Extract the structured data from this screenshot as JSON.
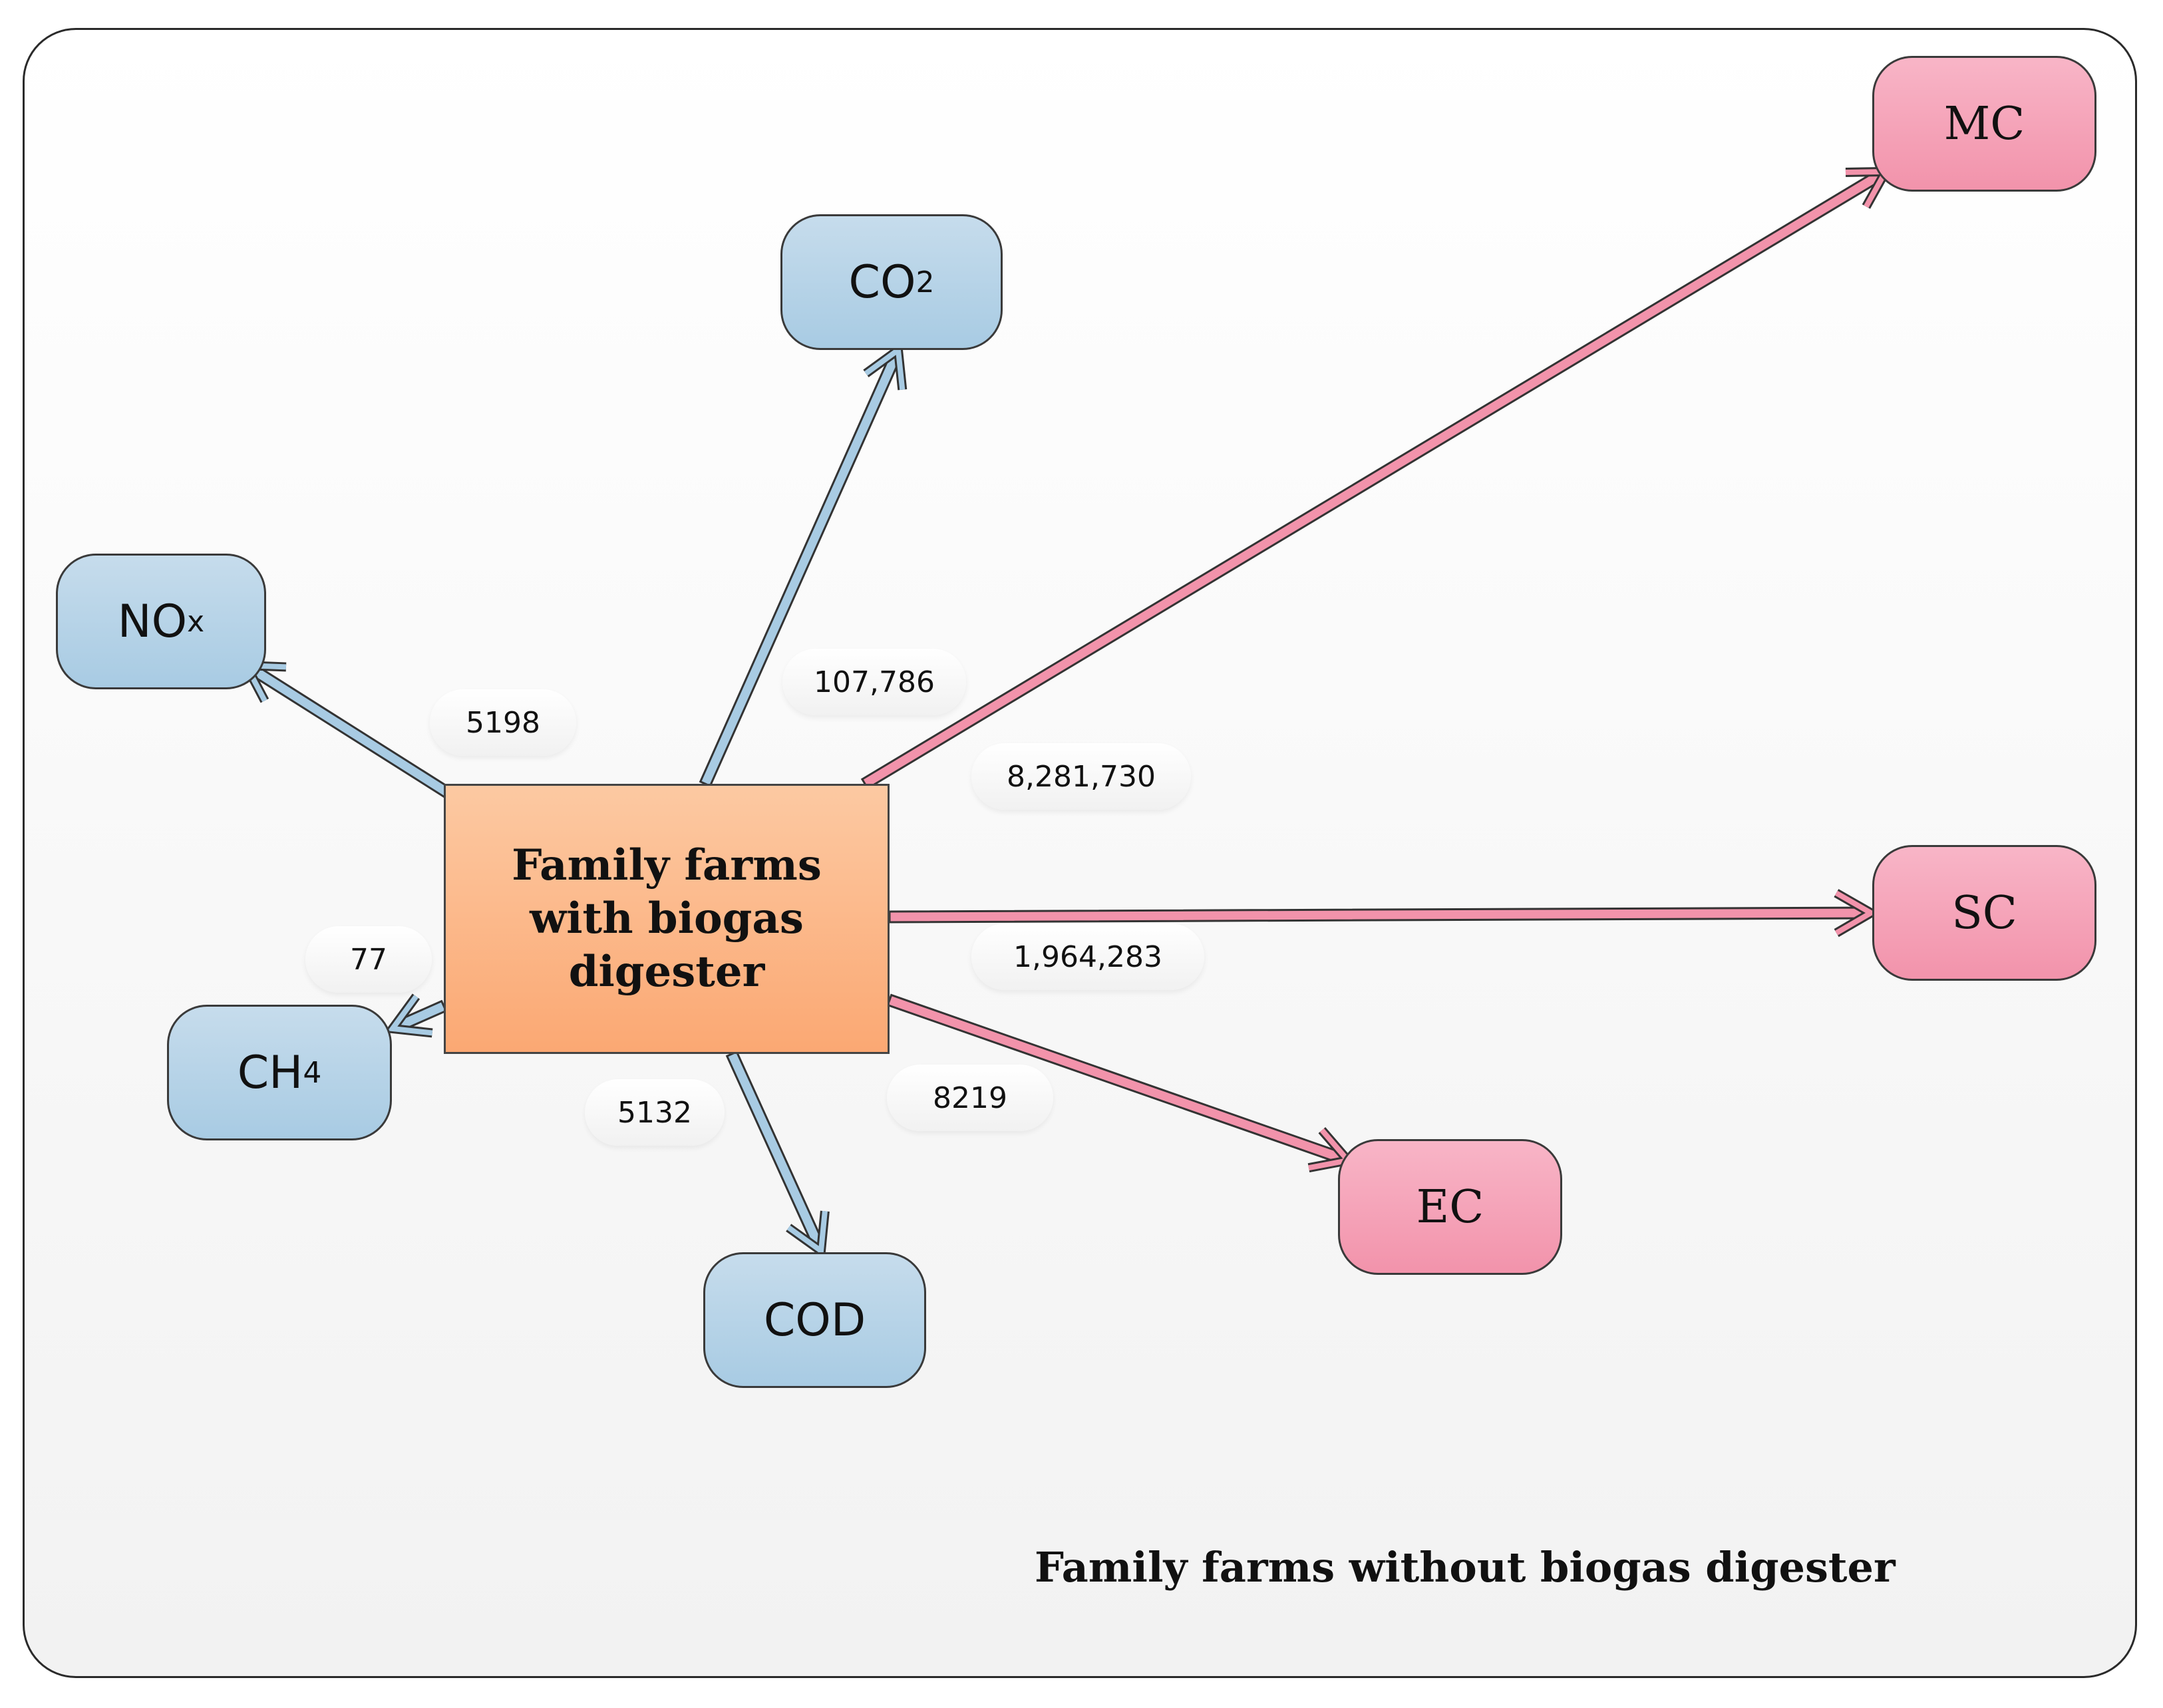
{
  "center_node": {
    "label": "Family farms\nwith biogas\ndigester"
  },
  "nodes": {
    "co2": {
      "label": "CO",
      "sub": "2"
    },
    "nox": {
      "label": "NO",
      "sub": "x"
    },
    "ch4": {
      "label": "CH",
      "sub": "4"
    },
    "cod": {
      "label": "COD",
      "sub": ""
    },
    "mc": {
      "label": "MC"
    },
    "sc": {
      "label": "SC"
    },
    "ec": {
      "label": "EC"
    }
  },
  "edge_values": {
    "co2": "107,786",
    "nox": "5198",
    "ch4": "77",
    "cod": "5132",
    "mc": "8,281,730",
    "sc": "1,964,283",
    "ec": "8219"
  },
  "caption": "Family farms without biogas digester",
  "colors": {
    "environmental": "#a8cbe3",
    "economic": "#f293ab",
    "center": "#fba873"
  }
}
